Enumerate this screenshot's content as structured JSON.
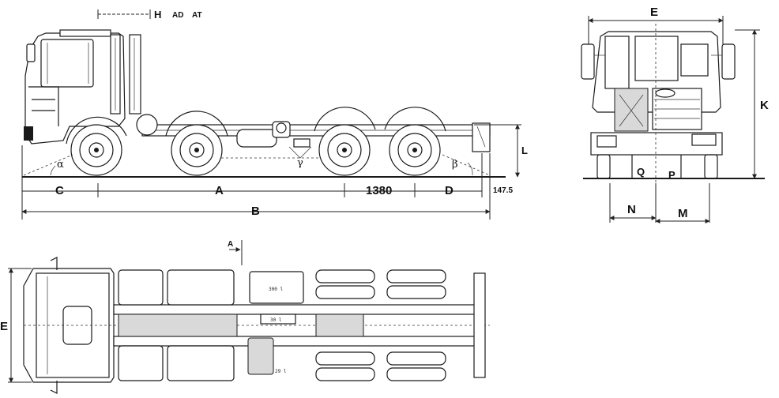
{
  "labels": {
    "H": "H",
    "AD": "AD",
    "AT": "AT",
    "C": "C",
    "A": "A",
    "dim_1380": "1380",
    "D": "D",
    "dim_147_5": "147.5",
    "B": "B",
    "L": "L",
    "alpha": "α",
    "gamma": "γ",
    "beta": "β",
    "E_front": "E",
    "K": "K",
    "Q": "Q",
    "P": "P",
    "N": "N",
    "M": "M",
    "E_top": "E",
    "A_section": "A",
    "tank_label": "300 l",
    "small_tank_label": "30 l",
    "battery_label": "29 l"
  }
}
